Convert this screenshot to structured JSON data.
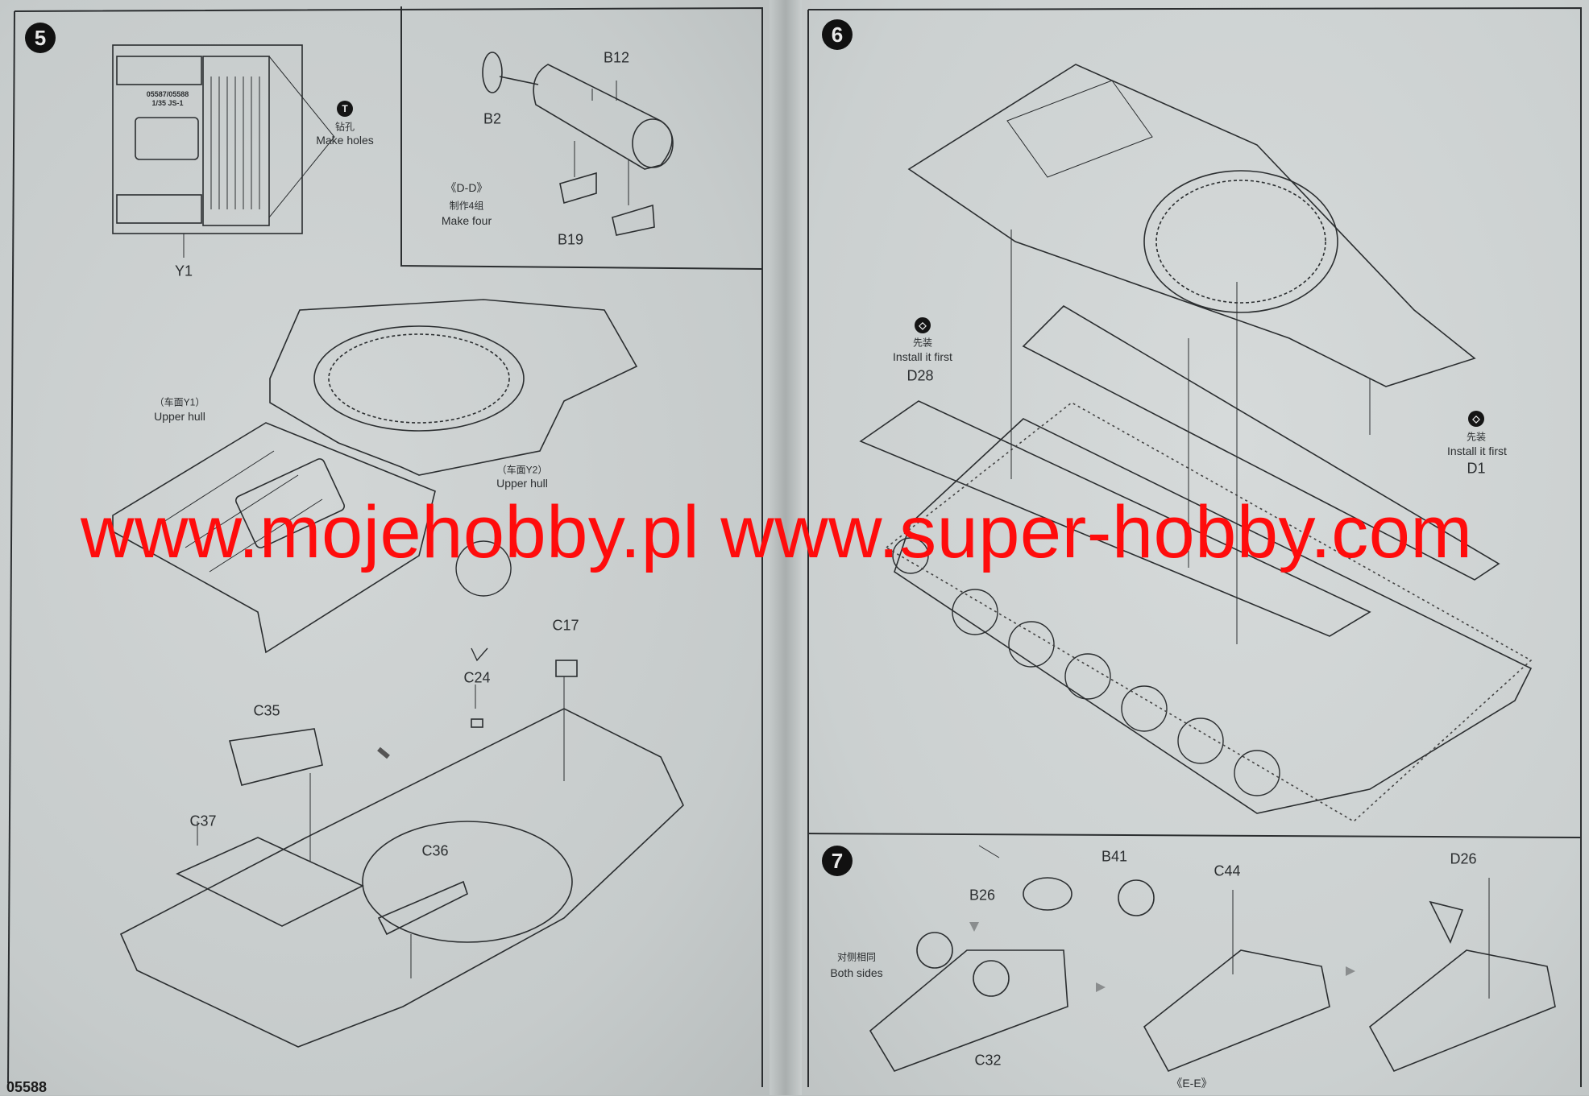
{
  "product_code": "05588",
  "watermark": "www.mojehobby.pl www.super-hobby.com",
  "step5": {
    "number": "5",
    "parts": {
      "y1": "Y1",
      "b12": "B12",
      "b2": "B2",
      "b19": "B19",
      "c17": "C17",
      "c24": "C24",
      "c35": "C35",
      "c37": "C37",
      "c36": "C36"
    },
    "drill_note": {
      "icon": "drill-icon",
      "cn": "钻孔",
      "en": "Make holes"
    },
    "subassembly": {
      "name": "《D-D》",
      "cn": "制作4组",
      "en": "Make four"
    },
    "upper_hull_y1": {
      "cn": "（车面Y1）",
      "en": "Upper hull"
    },
    "upper_hull_y2": {
      "cn": "（车面Y2）",
      "en": "Upper hull"
    },
    "y1_part_text": "05587/05588 1/35 JS-1"
  },
  "step6": {
    "number": "6",
    "note_left": {
      "icon": "install-first-icon",
      "cn": "先装",
      "en": "Install it first",
      "part": "D28"
    },
    "note_right": {
      "icon": "install-first-icon",
      "cn": "先装",
      "en": "Install it first",
      "part": "D1"
    }
  },
  "step7": {
    "number": "7",
    "parts": {
      "b41": "B41",
      "b26": "B26",
      "c44": "C44",
      "d26": "D26",
      "c32": "C32"
    },
    "both_sides": {
      "cn": "对侧相同",
      "en": "Both sides"
    },
    "subassembly": "《E-E》"
  },
  "colors": {
    "watermark": "#ff0c0c",
    "paper": "#cfd3d3",
    "ink": "#2a2d2e"
  }
}
